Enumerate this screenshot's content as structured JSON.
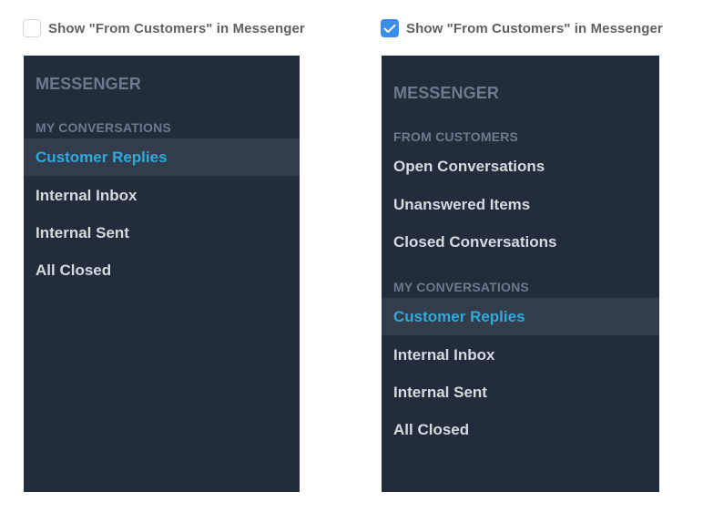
{
  "left_panel": {
    "toggle": {
      "label": "Show \"From Customers\" in Messenger",
      "checked": false
    },
    "sidebar": {
      "title": "MESSENGER",
      "sections": [
        {
          "heading": "MY CONVERSATIONS",
          "items": [
            {
              "label": "Customer Replies",
              "active": true
            },
            {
              "label": "Internal Inbox",
              "active": false
            },
            {
              "label": "Internal Sent",
              "active": false
            },
            {
              "label": "All Closed",
              "active": false
            }
          ]
        }
      ]
    }
  },
  "right_panel": {
    "toggle": {
      "label": "Show \"From Customers\" in Messenger",
      "checked": true
    },
    "sidebar": {
      "title": "MESSENGER",
      "sections": [
        {
          "heading": "FROM CUSTOMERS",
          "items": [
            {
              "label": "Open Conversations",
              "active": false
            },
            {
              "label": "Unanswered Items",
              "active": false
            },
            {
              "label": "Closed Conversations",
              "active": false
            }
          ]
        },
        {
          "heading": "MY CONVERSATIONS",
          "items": [
            {
              "label": "Customer Replies",
              "active": true
            },
            {
              "label": "Internal Inbox",
              "active": false
            },
            {
              "label": "Internal Sent",
              "active": false
            },
            {
              "label": "All Closed",
              "active": false
            }
          ]
        }
      ]
    }
  },
  "colors": {
    "sidebar_bg": "#222c3a",
    "active_item_bg": "#323c4d",
    "active_item_text": "#2fa9d9",
    "item_text": "#d6dae0",
    "muted_heading": "#6d7a8d",
    "checkbox_checked": "#3b8ee8"
  }
}
